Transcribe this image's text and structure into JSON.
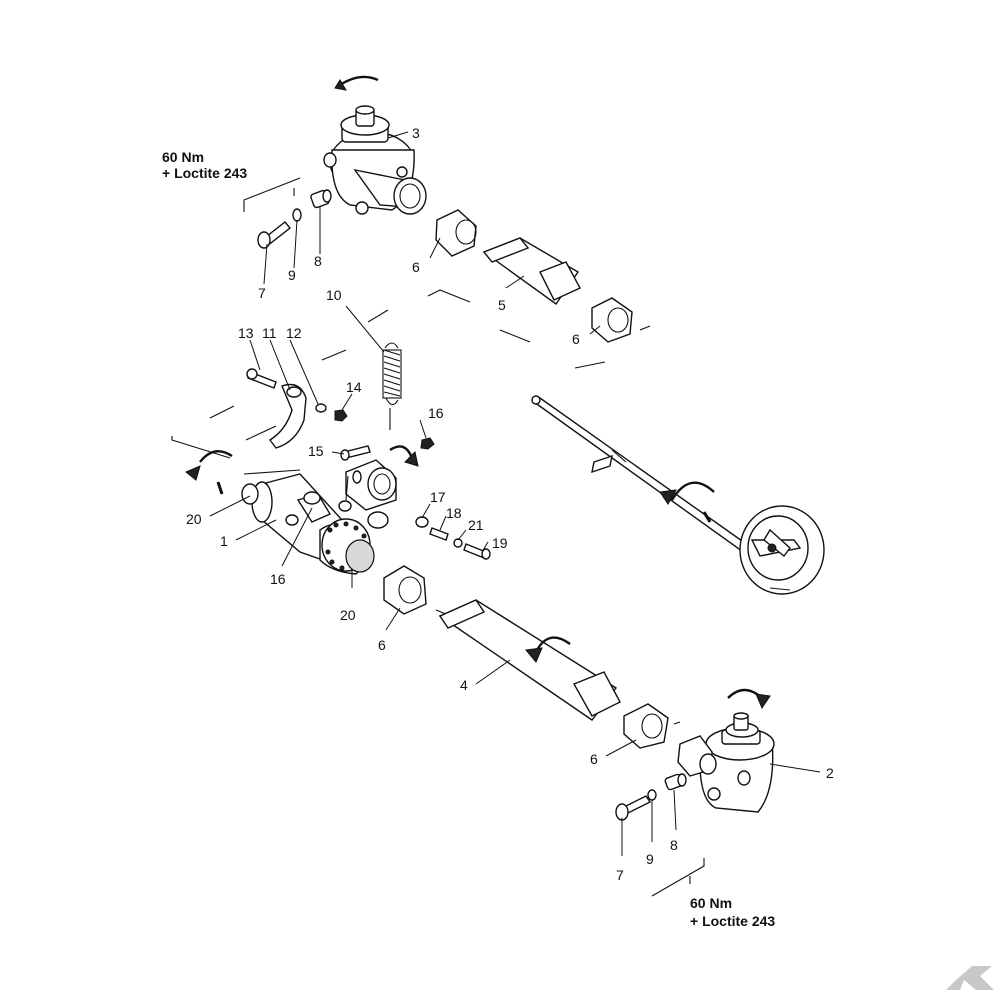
{
  "torque_top": {
    "line1": "60 Nm",
    "line2": "+ Loctite 243"
  },
  "torque_bottom": {
    "line1": "60 Nm",
    "line2": "+ Loctite 243"
  },
  "callouts": {
    "c1": "1",
    "c2": "2",
    "c3": "3",
    "c4": "4",
    "c5": "5",
    "c6a": "6",
    "c6b": "6",
    "c6c": "6",
    "c6d": "6",
    "c7a": "7",
    "c7b": "7",
    "c8a": "8",
    "c8b": "8",
    "c9a": "9",
    "c9b": "9",
    "c10": "10",
    "c11": "11",
    "c12": "12",
    "c13": "13",
    "c14": "14",
    "c15": "15",
    "c16a": "16",
    "c16b": "16",
    "c17": "17",
    "c18": "18",
    "c19": "19",
    "c20a": "20",
    "c20b": "20",
    "c21": "21"
  },
  "colors": {
    "ink": "#111111",
    "logo": "#c8c8c8"
  },
  "icons": [
    "rotation-arrow-icon",
    "logo-mark"
  ]
}
